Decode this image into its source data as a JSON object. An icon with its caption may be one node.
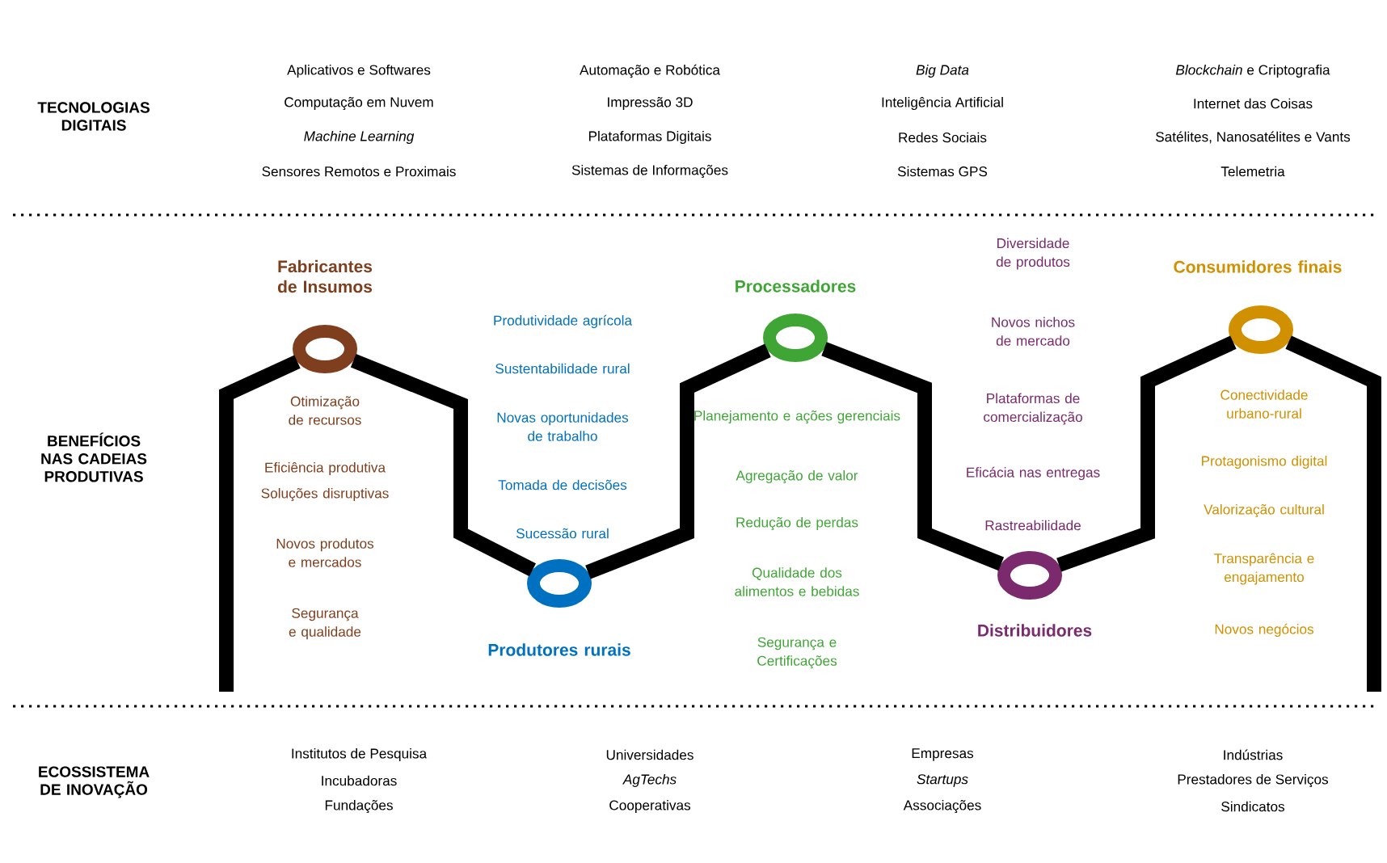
{
  "diagram": {
    "nodes": [
      {
        "text": [
          "Fabricantes de Insumos"
        ],
        "beside": [
          "Otimização de recursos",
          "Eficiência produtiva",
          "Soluções disruptivas",
          "Novos produtos e mercados",
          "Segurança e qualidade"
        ]
      },
      {
        "text": [
          "Produtores rurais"
        ],
        "beside": [
          "Produtividade agrícola",
          "Sustentabilidade rural",
          "Novas oportunidades de trabalho",
          "Tomada de decisões",
          "Sucessão rural"
        ]
      },
      {
        "text": [
          "Processadores"
        ],
        "beside": [
          "Planejamento e ações gerenciais",
          "Agregação de valor",
          "Redução de perdas",
          "Qualidade dos alimentos e bebidas",
          "Segurança e Certificações"
        ]
      },
      {
        "text": [
          "Distribuidores"
        ],
        "beside": [
          "Diversidade de produtos",
          "Novos nichos de mercado",
          "Plataformas de comercialização",
          "Eficácia nas entregas",
          "Rastreabilidade"
        ]
      },
      {
        "text": [
          "Consumidores finais"
        ],
        "beside": [
          "Conectividade urbano-rural",
          "Protagonismo digital",
          "Valorização cultural",
          "Transparência e engajamento",
          "Novos negócios"
        ]
      }
    ],
    "edges": [
      {
        "from": null,
        "to": 0,
        "arrow": "none"
      },
      {
        "from": 0,
        "to": 1,
        "arrow": "none"
      },
      {
        "from": 1,
        "to": 2,
        "arrow": "none"
      },
      {
        "from": 2,
        "to": 3,
        "arrow": "none"
      },
      {
        "from": 3,
        "to": 4,
        "arrow": "none"
      },
      {
        "from": 4,
        "to": null,
        "arrow": "none"
      }
    ],
    "labels": [
      "TECNOLOGIAS DIGITAIS",
      "Aplicativos e Softwares",
      "Automação e Robótica",
      "*Big Data*",
      "*Blockchain* e Criptografia",
      "Computação em Nuvem",
      "Impressão 3D",
      "Inteligência Artificial",
      "Internet das Coisas",
      "*Machine Learning*",
      "Plataformas Digitais",
      "Redes Sociais",
      "Satélites, Nanosatélites e Vants",
      "Sensores Remotos e Proximais",
      "Sistemas de Informações",
      "Sistemas GPS",
      "Telemetria",
      "BENEFÍCIOS NAS CADEIAS PRODUTIVAS",
      "ECOSSISTEMA DE INOVAÇÃO",
      "Institutos de Pesquisa",
      "Universidades",
      "Empresas",
      "Indústrias",
      "Incubadoras",
      "*AgTechs*",
      "*Startups*",
      "Prestadores de Serviços",
      "Fundações",
      "Cooperativas",
      "Associações",
      "Sindicatos"
    ]
  }
}
